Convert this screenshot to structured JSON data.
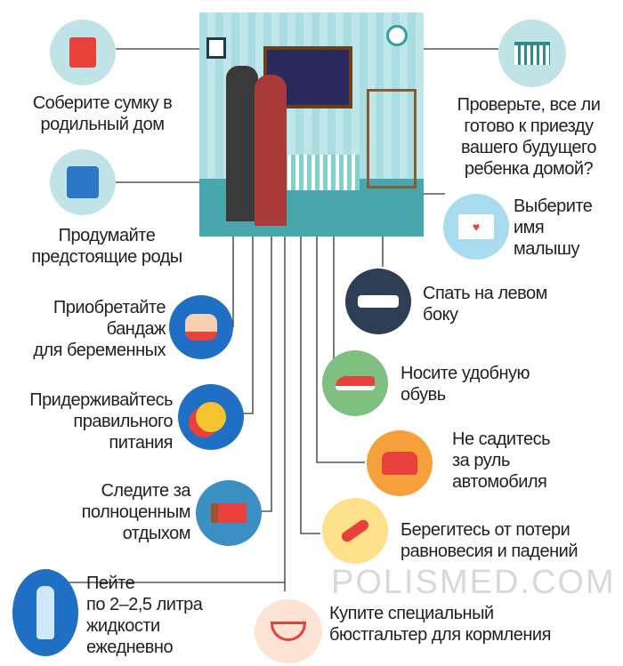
{
  "watermark": "POLISMED.COM",
  "items": [
    {
      "lines": [
        "Соберите сумку в",
        "родильный дом"
      ],
      "icon": "shopping-bag-icon",
      "color": "#bfe3e6"
    },
    {
      "lines": [
        "Продумайте",
        "предстоящие роды"
      ],
      "icon": "doctor-hospital-icon",
      "color": "#bfe3e6"
    },
    {
      "lines": [
        "Приобретайте",
        "бандаж",
        "для беременных"
      ],
      "icon": "maternity-belt-icon",
      "color": "#1f6fc4"
    },
    {
      "lines": [
        "Придерживайтесь",
        "правильного",
        "питания"
      ],
      "icon": "healthy-food-icon",
      "color": "#1f6fc4"
    },
    {
      "lines": [
        "Следите за",
        "полноценным",
        "отдыхом"
      ],
      "icon": "bed-night-icon",
      "color": "#3b8fc1"
    },
    {
      "lines": [
        "Пейте",
        "по 2–2,5 литра",
        "жидкости",
        "ежедневно"
      ],
      "icon": "water-bottle-icon",
      "color": "#1f6fc4"
    },
    {
      "lines": [
        "Купите специальный",
        "бюстгальтер для кормления"
      ],
      "icon": "nursing-bra-icon",
      "color": "#fde3d3"
    },
    {
      "lines": [
        "Берегитесь от потери",
        "равновесия и падений"
      ],
      "icon": "falling-person-icon",
      "color": "#fde08a"
    },
    {
      "lines": [
        "Не садитесь",
        "за руль",
        "автомобиля"
      ],
      "icon": "car-icon",
      "color": "#f6a03b"
    },
    {
      "lines": [
        "Носите удобную",
        "обувь"
      ],
      "icon": "sneaker-icon",
      "color": "#7fbf7f"
    },
    {
      "lines": [
        "Спать на левом",
        "боку"
      ],
      "icon": "sleeping-person-icon",
      "color": "#2e3e55"
    },
    {
      "lines": [
        "Выберите",
        "имя",
        "малышу"
      ],
      "icon": "envelope-heart-icon",
      "color": "#a9dbef"
    },
    {
      "lines": [
        "Проверьте, все ли",
        "готово к приезду",
        "вашего будущего",
        "ребенка домой?"
      ],
      "icon": "baby-crib-icon",
      "color": "#bfe3e6"
    }
  ]
}
